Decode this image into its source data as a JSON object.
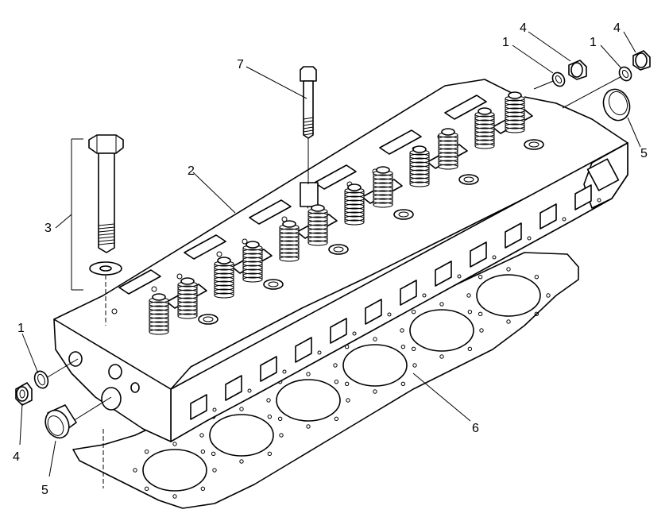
{
  "callouts": {
    "c1_left": "1",
    "c1_top_a": "1",
    "c1_top_b": "1",
    "c2": "2",
    "c3": "3",
    "c4_left": "4",
    "c4_top_a": "4",
    "c4_top_b": "4",
    "c5_left": "5",
    "c5_right": "5",
    "c6": "6",
    "c7": "7"
  }
}
